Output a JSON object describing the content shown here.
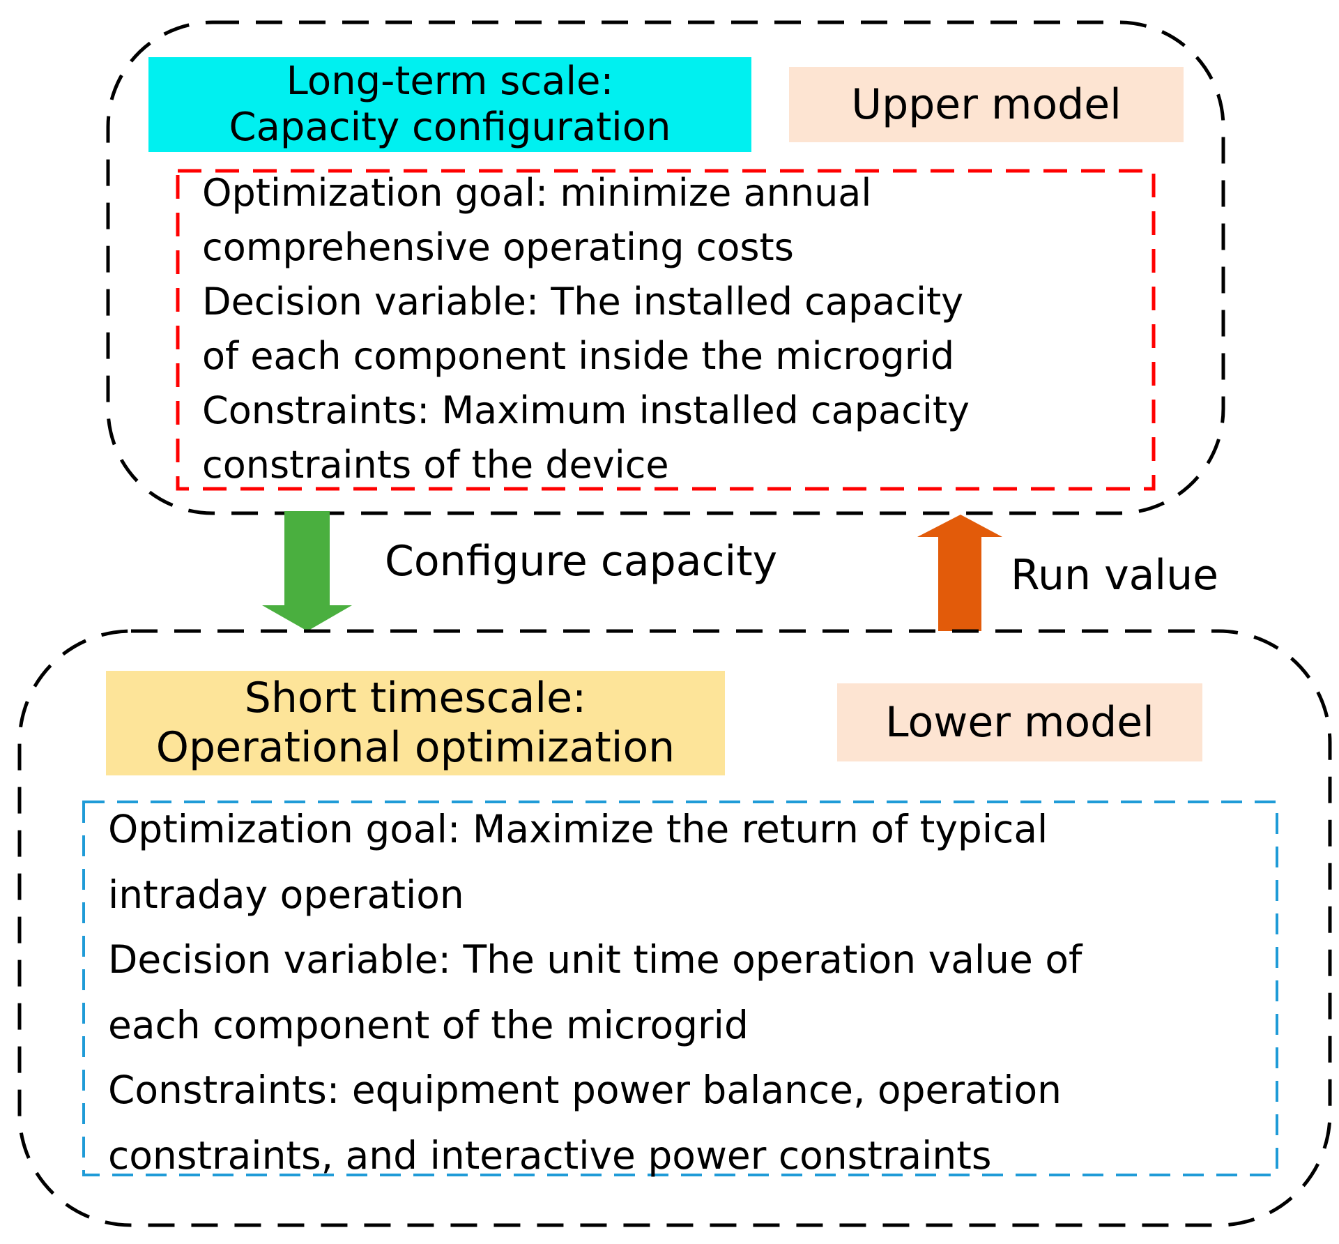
{
  "colors": {
    "outer_border": "#000000",
    "upper_inner_border": "#ff0000",
    "lower_inner_border": "#1f9bd7",
    "long_term_fill": "#00f0f0",
    "short_term_fill": "#fde499",
    "model_fill": "#fde4d2",
    "down_arrow": "#4aaf3f",
    "up_arrow": "#e25b0a"
  },
  "icons": {
    "down_arrow": "arrow-down-icon",
    "up_arrow": "arrow-up-icon"
  },
  "upper": {
    "scale_label": [
      "Long-term scale:",
      "Capacity configuration"
    ],
    "model_label": "Upper model",
    "details": [
      "Optimization goal: minimize annual",
      "comprehensive operating costs",
      "Decision variable: The installed capacity",
      "of each component inside the microgrid",
      "Constraints: Maximum installed capacity",
      "constraints of the device"
    ]
  },
  "arrows": {
    "down_label": "Configure capacity",
    "up_label": "Run value"
  },
  "lower": {
    "scale_label": [
      "Short timescale:",
      "Operational optimization"
    ],
    "model_label": "Lower model",
    "details": [
      "Optimization goal: Maximize the return of typical",
      "intraday operation",
      "Decision variable: The unit time operation value of",
      "each component of the microgrid",
      "Constraints: equipment power balance, operation",
      "constraints, and interactive power constraints"
    ]
  }
}
